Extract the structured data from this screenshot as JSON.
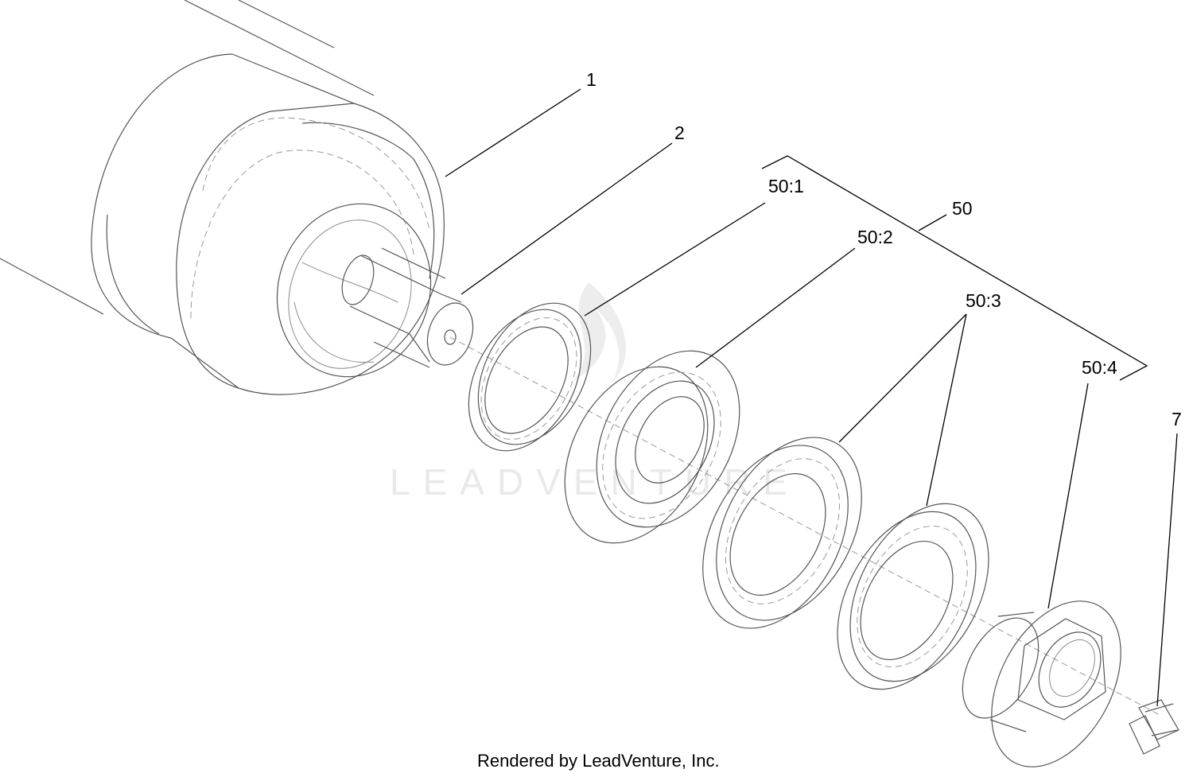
{
  "callouts": {
    "c1": "1",
    "c2": "2",
    "c50": "50",
    "c50_1": "50:1",
    "c50_2": "50:2",
    "c50_3": "50:3",
    "c50_4": "50:4",
    "c7": "7"
  },
  "watermark_text": "LEADVENTURE",
  "footer_credit": "Rendered by LeadVenture, Inc.",
  "colors": {
    "line": "#555555",
    "leader": "#000000",
    "watermark": "#e9e9e9"
  }
}
